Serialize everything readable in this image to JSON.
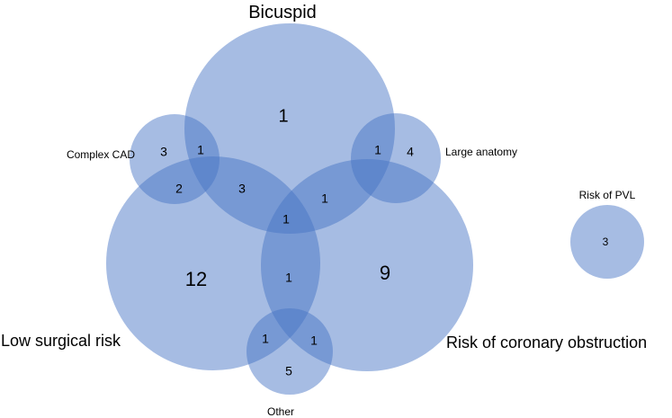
{
  "colors": {
    "circle_fill": "#4472c4",
    "text": "#000000"
  },
  "sets": {
    "bicuspid": "Bicuspid",
    "complex_cad": "Complex CAD",
    "large_anatomy": "Large anatomy",
    "risk_pvl": "Risk of PVL",
    "low_surgical_risk": "Low surgical risk",
    "coronary_obstruction": "Risk of coronary obstruction",
    "other": "Other"
  },
  "counts": {
    "bicuspid_only": "1",
    "complex_cad_only": "3",
    "complex_cad_bicuspid": "1",
    "complex_cad_low_risk": "2",
    "bicuspid_low_risk": "3",
    "large_anatomy_bicuspid": "1",
    "large_anatomy_only": "4",
    "bicuspid_coronary": "1",
    "bicuspid_low_risk_coronary": "1",
    "low_risk_only": "12",
    "coronary_only": "9",
    "low_risk_coronary": "1",
    "other_low_risk": "1",
    "other_coronary": "1",
    "other_only": "5",
    "risk_pvl_only": "3"
  }
}
